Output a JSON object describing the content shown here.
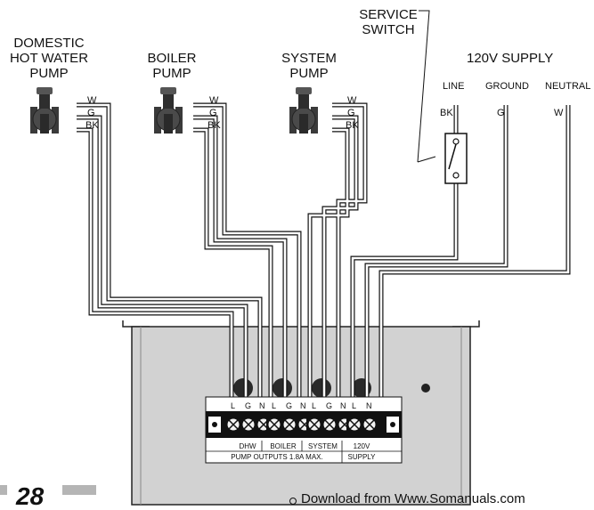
{
  "pumps": {
    "dhw": {
      "label_line1": "DOMESTIC",
      "label_line2": "HOT WATER",
      "label_line3": "PUMP"
    },
    "boiler": {
      "label_line1": "BOILER",
      "label_line2": "PUMP"
    },
    "system": {
      "label_line1": "SYSTEM",
      "label_line2": "PUMP"
    },
    "wire_codes": [
      "W",
      "G",
      "BK"
    ]
  },
  "service_switch": {
    "line1": "SERVICE",
    "line2": "SWITCH"
  },
  "supply": {
    "title": "120V SUPPLY",
    "line": "LINE",
    "ground": "GROUND",
    "neutral": "NEUTRAL",
    "line_code": "BK",
    "ground_code": "G",
    "neutral_code": "W"
  },
  "terminal_block": {
    "pin_labels": [
      "L",
      "G",
      "N"
    ],
    "groups": [
      "DHW",
      "BOILER",
      "SYSTEM",
      "120V"
    ],
    "supply_sub": "SUPPLY",
    "outputs_label": "PUMP OUTPUTS 1.8A MAX."
  },
  "footer": {
    "page_number": "28",
    "download_note": "Download from Www.Somanuals.com"
  },
  "colors": {
    "panel": "#d2d2d2",
    "ink": "#111111",
    "wire": "#ffffff"
  }
}
